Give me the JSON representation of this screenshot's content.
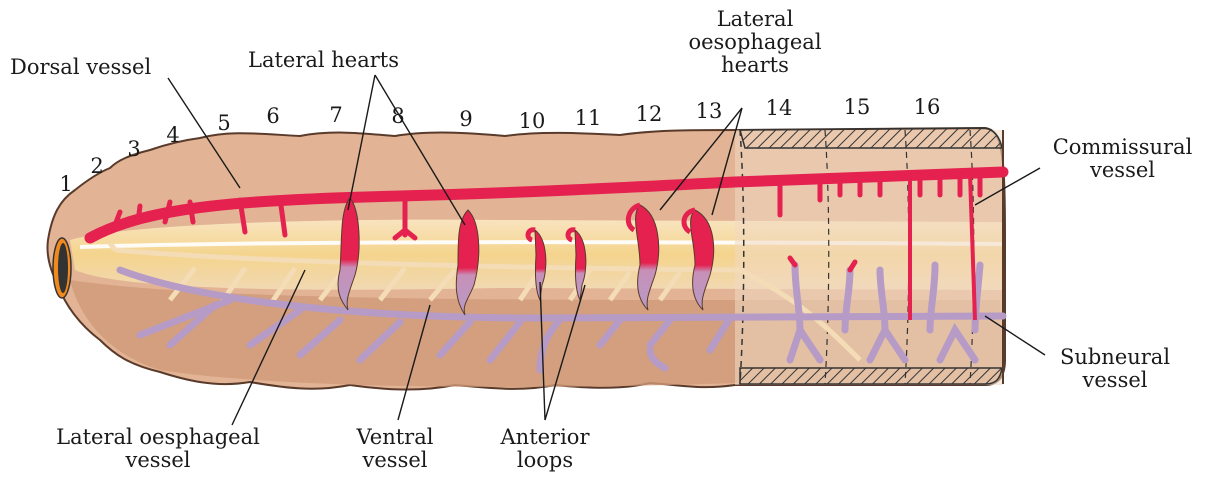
{
  "labels": {
    "dorsal_vessel": "Dorsal vessel",
    "lateral_hearts": "Lateral hearts",
    "lateral_oesophageal_hearts": [
      "Lateral",
      "oesophageal",
      "hearts"
    ],
    "commissural_vessel": [
      "Commissural",
      "vessel"
    ],
    "subneural_vessel": [
      "Subneural",
      "vessel"
    ],
    "lateral_oesphageal_vessel": [
      "Lateral oesphageal",
      "vessel"
    ],
    "ventral_vessel": [
      "Ventral",
      "vessel"
    ],
    "anterior_loops": [
      "Anterior",
      "loops"
    ]
  },
  "segments": [
    "1",
    "2",
    "3",
    "4",
    "5",
    "6",
    "7",
    "8",
    "9",
    "10",
    "11",
    "12",
    "13",
    "14",
    "15",
    "16"
  ],
  "colors": {
    "body_outer": "#e2b394",
    "body_top": "#eccab0",
    "body_under": "#cf9a78",
    "clitellum": "#f1d9c2",
    "gut_yellow": "#f7e0a6",
    "red_vessel": "#e4214f",
    "purple_vessel": "#b69bc6",
    "cream_vessel": "#f3dcb6",
    "outline": "#5a3b2b",
    "mouth": "#f08a1f"
  }
}
